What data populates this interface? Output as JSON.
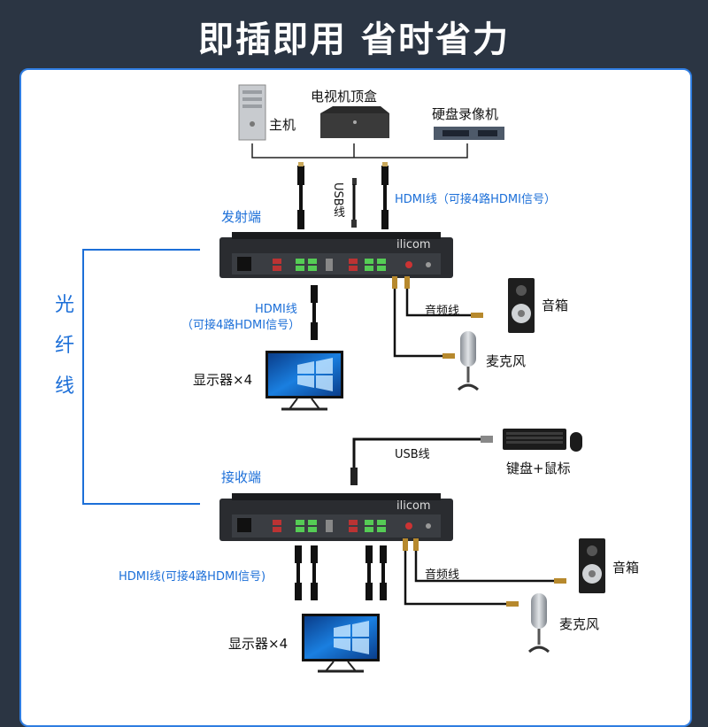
{
  "headline": "即插即用 省时省力",
  "sources": {
    "pc": "主机",
    "stb": "电视机顶盒",
    "nvr": "硬盘录像机"
  },
  "tx": {
    "label": "发射端",
    "usb_cable": "USB线",
    "hdmi_cable_in": "HDMI线（可接4路HDMI信号）",
    "hdmi_cable_out_line1": "HDMI线",
    "hdmi_cable_out_line2": "（可接4路HDMI信号）",
    "audio_cable": "音频线",
    "speaker": "音箱",
    "mic": "麦克风",
    "monitor": "显示器×4"
  },
  "fiber": [
    "光",
    "纤",
    "线"
  ],
  "rx": {
    "label": "接收端",
    "usb_cable": "USB线",
    "kbd_mouse": "键盘+鼠标",
    "hdmi_cable": "HDMI线(可接4路HDMI信号)",
    "audio_cable": "音频线",
    "speaker": "音箱",
    "mic": "麦克风",
    "monitor": "显示器×4"
  },
  "device_logo": "ilicom",
  "colors": {
    "accent": "#1c6fd8",
    "frame": "#2f7de1",
    "background": "#2b3543"
  }
}
